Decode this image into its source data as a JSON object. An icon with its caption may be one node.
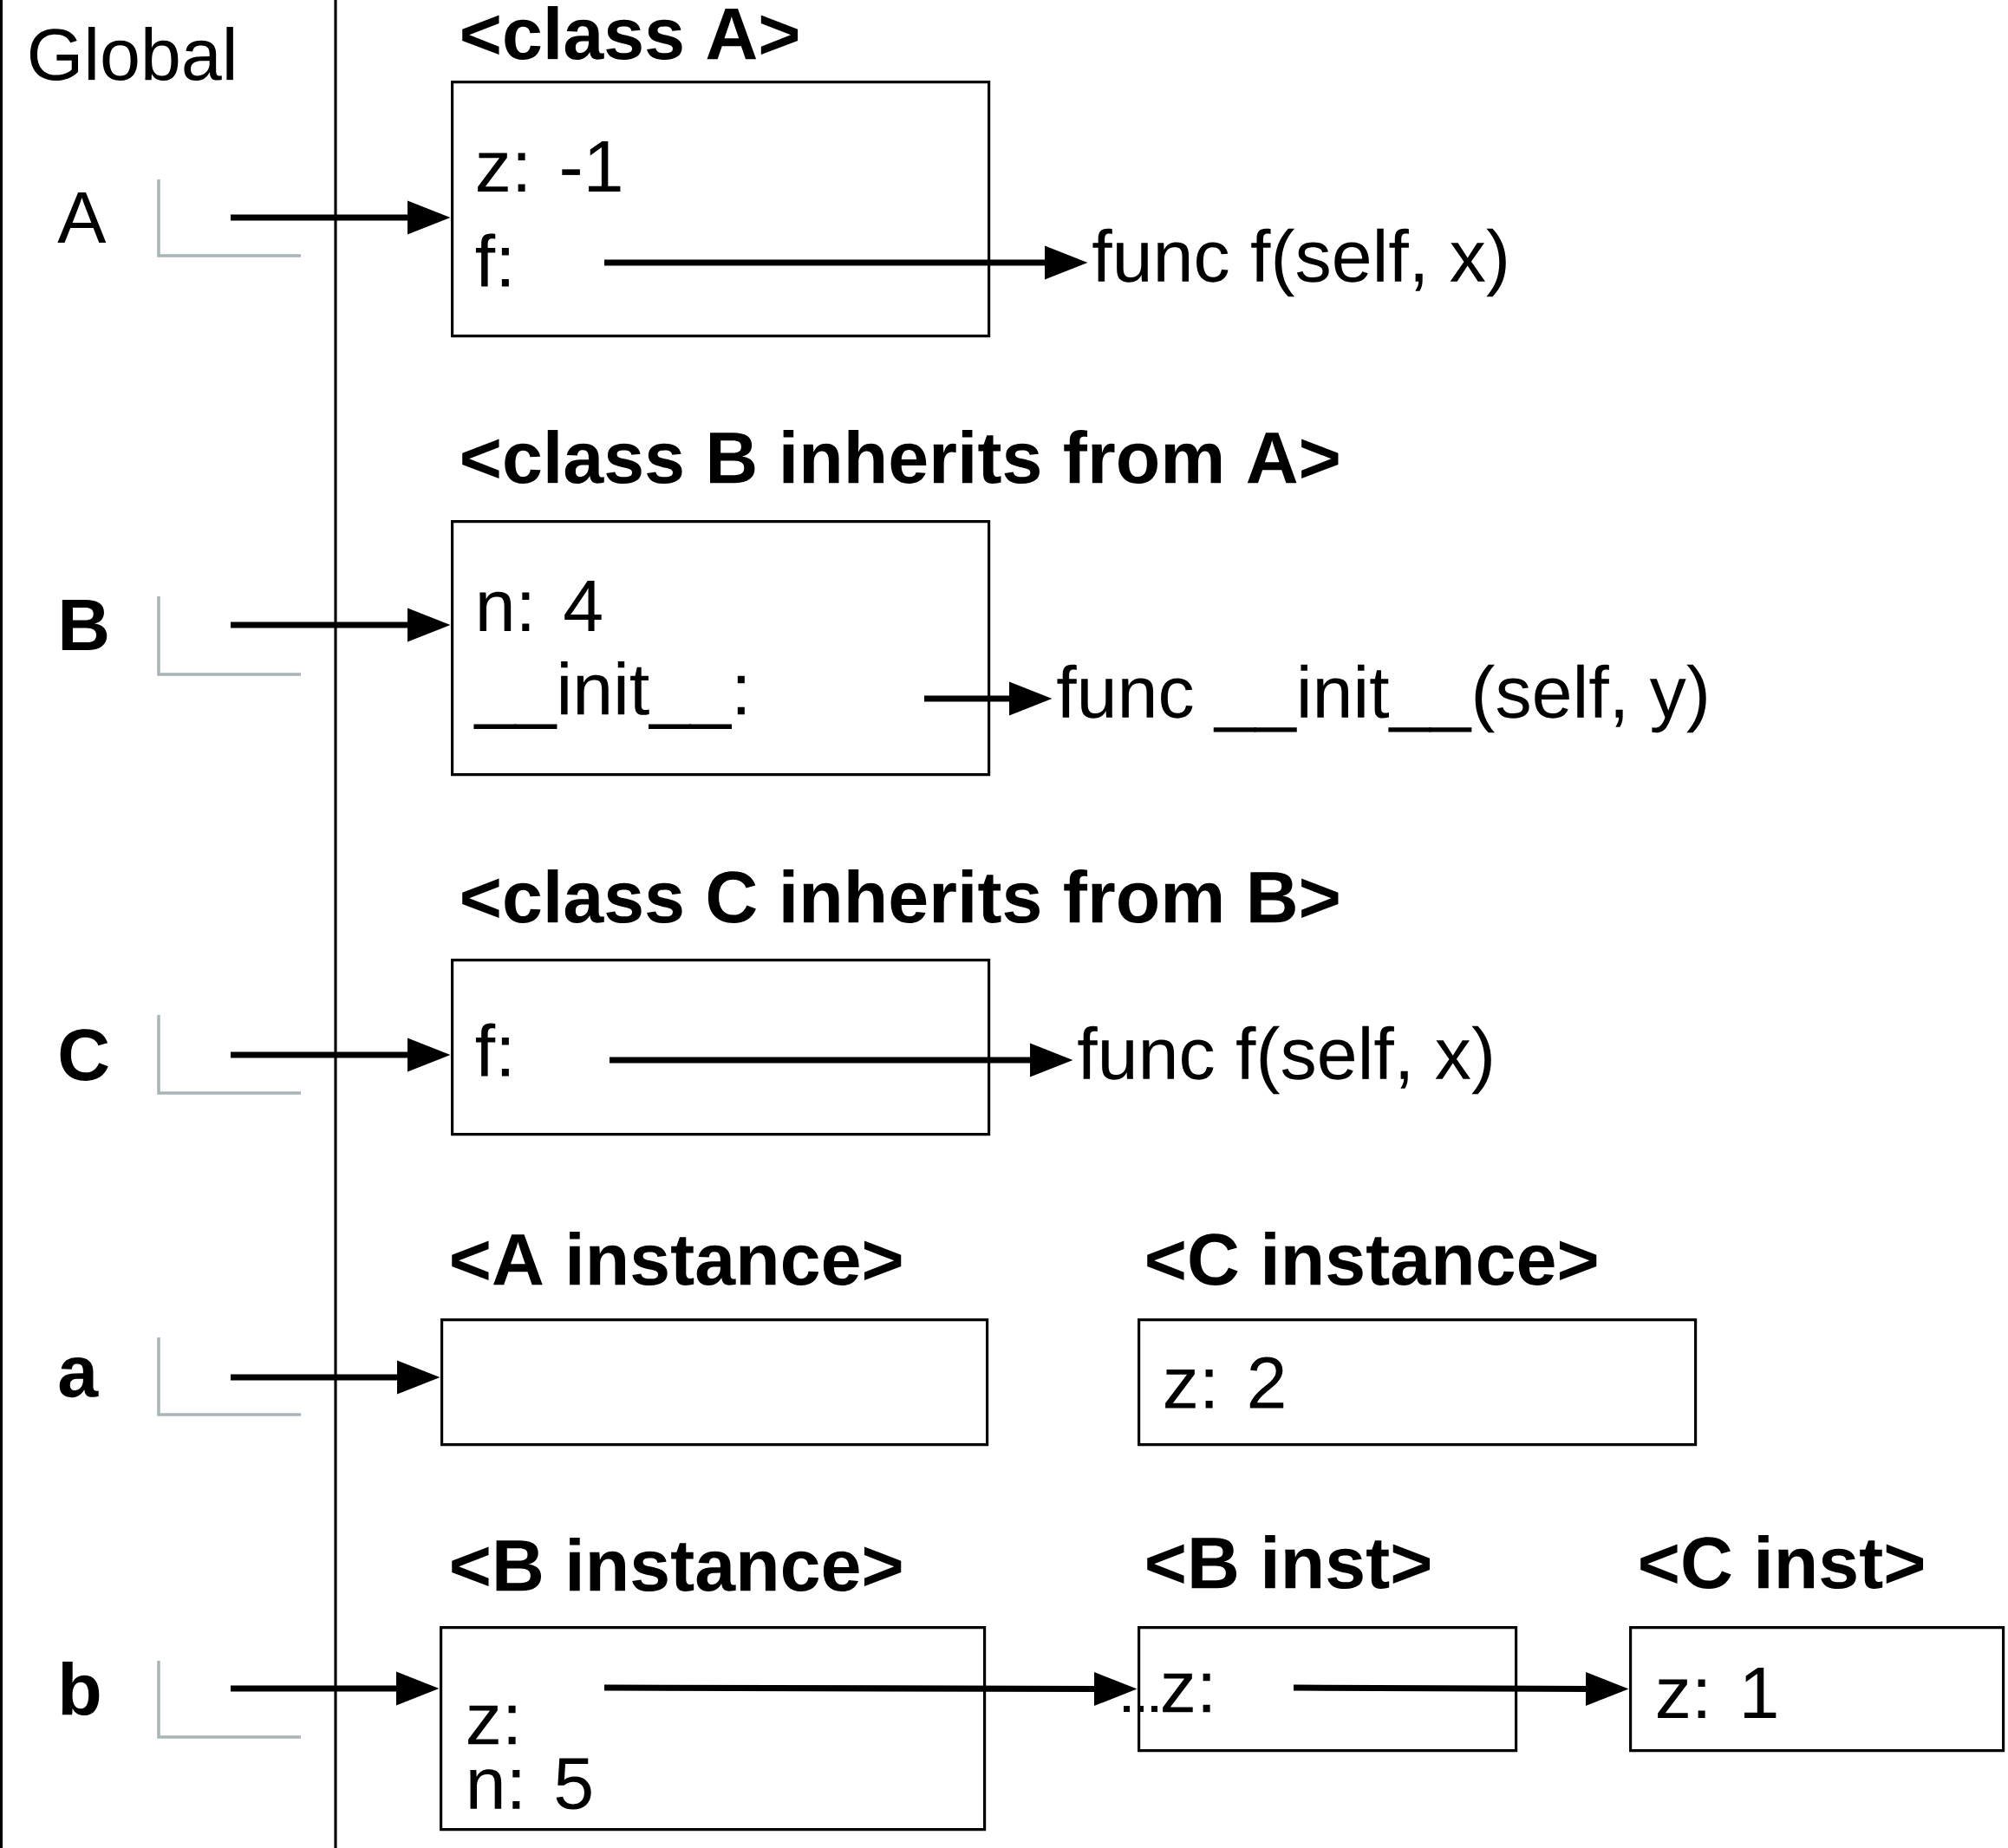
{
  "diagram": {
    "nodes": [
      {
        "text": [
          "Global"
        ]
      },
      {
        "text": [
          "A"
        ],
        "in": 0
      },
      {
        "text": [
          "B"
        ],
        "in": 0
      },
      {
        "text": [
          "C"
        ],
        "in": 0
      },
      {
        "text": [
          "a"
        ],
        "in": 0
      },
      {
        "text": [
          "b"
        ],
        "in": 0
      },
      {
        "text": [
          "<class A>",
          "z: -1",
          "f:"
        ]
      },
      {
        "text": [
          "func f(self, x)"
        ]
      },
      {
        "text": [
          "<class B inherits from A>",
          "n: 4",
          "__init__:"
        ]
      },
      {
        "text": [
          "func __init__(self, y)"
        ]
      },
      {
        "text": [
          "<class C inherits from B>",
          "f:"
        ]
      },
      {
        "text": [
          "func f(self, x)"
        ]
      },
      {
        "text": [
          "<A instance>"
        ]
      },
      {
        "text": [
          "<C instance>",
          "z: 2"
        ]
      },
      {
        "text": [
          "<B instance>",
          "z:",
          "n: 5"
        ]
      },
      {
        "text": [
          "<B inst>",
          "z:"
        ]
      },
      {
        "text": [
          "<C inst>",
          "z: 1"
        ]
      }
    ],
    "edges": [
      {
        "from": 1,
        "to": 6,
        "arrow": "to"
      },
      {
        "from": 2,
        "to": 8,
        "arrow": "to"
      },
      {
        "from": 3,
        "to": 10,
        "arrow": "to"
      },
      {
        "from": 4,
        "to": 12,
        "arrow": "to"
      },
      {
        "from": 5,
        "to": 14,
        "arrow": "to"
      },
      {
        "from": 6,
        "to": 7,
        "arrow": "to"
      },
      {
        "from": 8,
        "to": 9,
        "arrow": "to"
      },
      {
        "from": 10,
        "to": 11,
        "arrow": "to"
      },
      {
        "from": 14,
        "to": 15,
        "arrow": "to"
      },
      {
        "from": 15,
        "to": 16,
        "arrow": "to"
      }
    ]
  }
}
